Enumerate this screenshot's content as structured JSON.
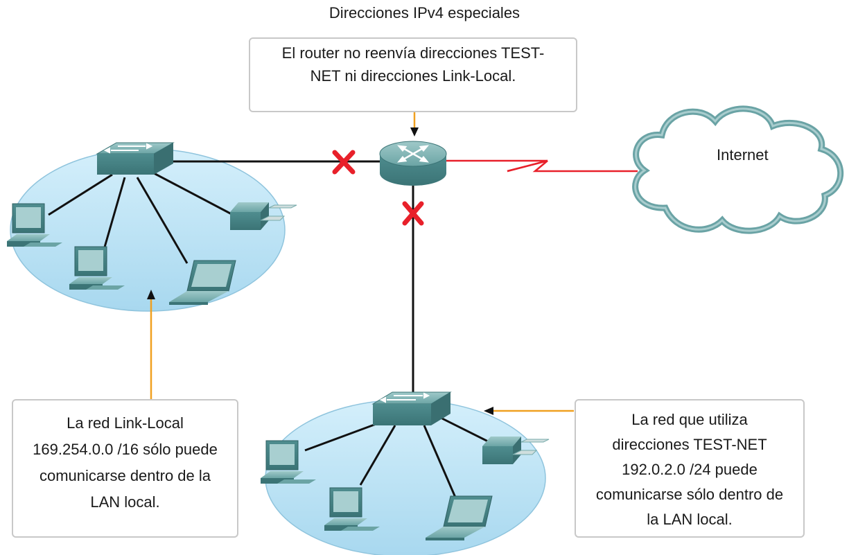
{
  "title": "Direcciones IPv4 especiales",
  "router_note": {
    "lines": [
      "El router no reenvía direcciones TEST-",
      "NET ni direcciones Link-Local."
    ]
  },
  "link_local_note": {
    "lines": [
      "La red Link-Local",
      "169.254.0.0 /16 sólo puede",
      "comunicarse dentro de la",
      "LAN local."
    ]
  },
  "test_net_note": {
    "lines": [
      "La red que utiliza",
      "direcciones TEST-NET",
      "192.0.2.0 /24 puede",
      "comunicarse sólo dentro de",
      "la LAN local."
    ]
  },
  "internet_label": "Internet",
  "colors": {
    "lan_fill": "#b9e3f5",
    "device": "#5f9ea0",
    "blocked_mark": "#e8202a",
    "wan_link": "#e8202a",
    "callout_arrow": "#f0a020"
  },
  "icons": [
    "switch-icon",
    "router-icon",
    "cloud-icon",
    "desktop-pc-icon",
    "laptop-icon",
    "printer-icon",
    "blocked-x-icon",
    "serial-link-icon"
  ]
}
